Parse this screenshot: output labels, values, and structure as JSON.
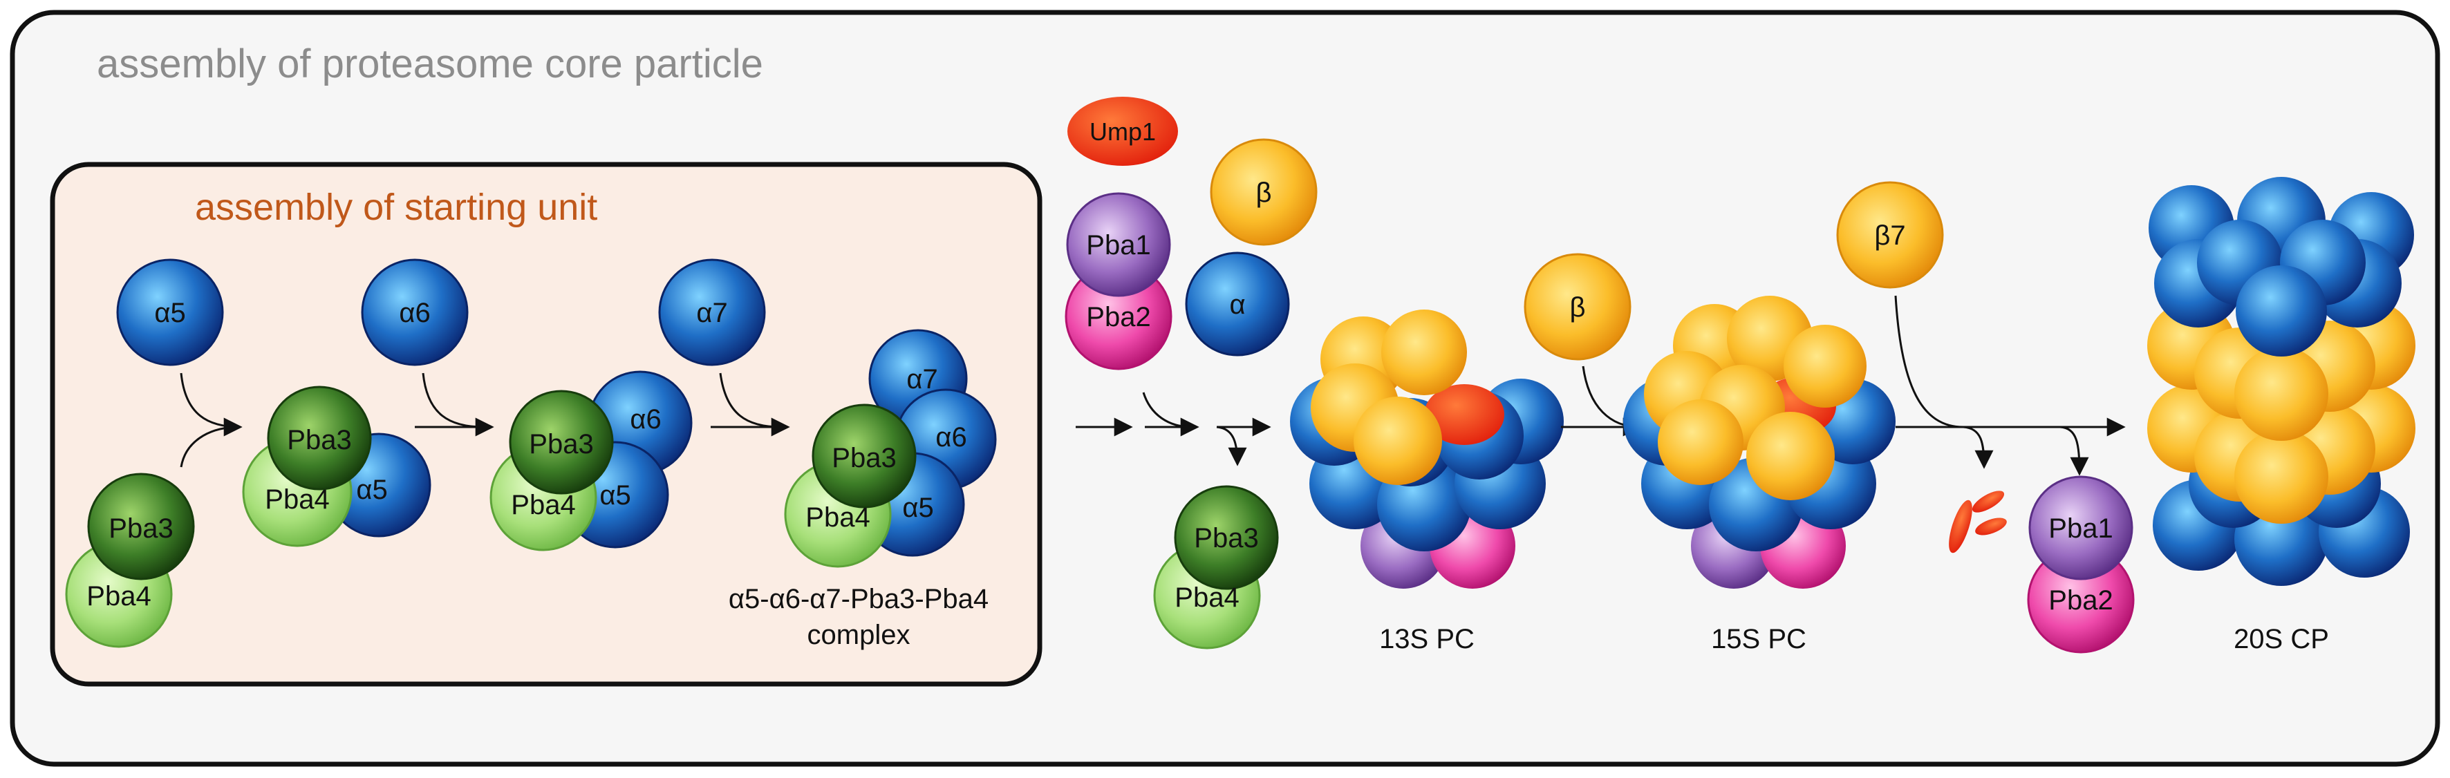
{
  "title": "assembly of proteasome core particle",
  "inset_title": "assembly of starting unit",
  "labels": {
    "a5": "α5",
    "a6": "α6",
    "a7": "α7",
    "pba1": "Pba1",
    "pba2": "Pba2",
    "pba3": "Pba3",
    "pba4": "Pba4",
    "ump1": "Ump1",
    "beta": "β",
    "alpha": "α",
    "beta7": "β7"
  },
  "complex_caption": {
    "line1": "α5-α6-α7-Pba3-Pba4",
    "line2": "complex"
  },
  "stages": {
    "s13": "13S PC",
    "s15": "15S PC",
    "s20": "20S CP"
  },
  "colors": {
    "alpha_blue": "#1e5fb3",
    "beta_orange": "#f8b81f",
    "pba_dark_green": "#2f6b1f",
    "pba_light_green": "#9ed96b",
    "pba1_purple": "#8a5bb0",
    "pba2_magenta": "#e93aa4",
    "ump1_red": "#ef3a12",
    "inset_fill": "#fbede4",
    "inset_title_color": "#c0581a",
    "title_color": "#8c8c8c"
  }
}
